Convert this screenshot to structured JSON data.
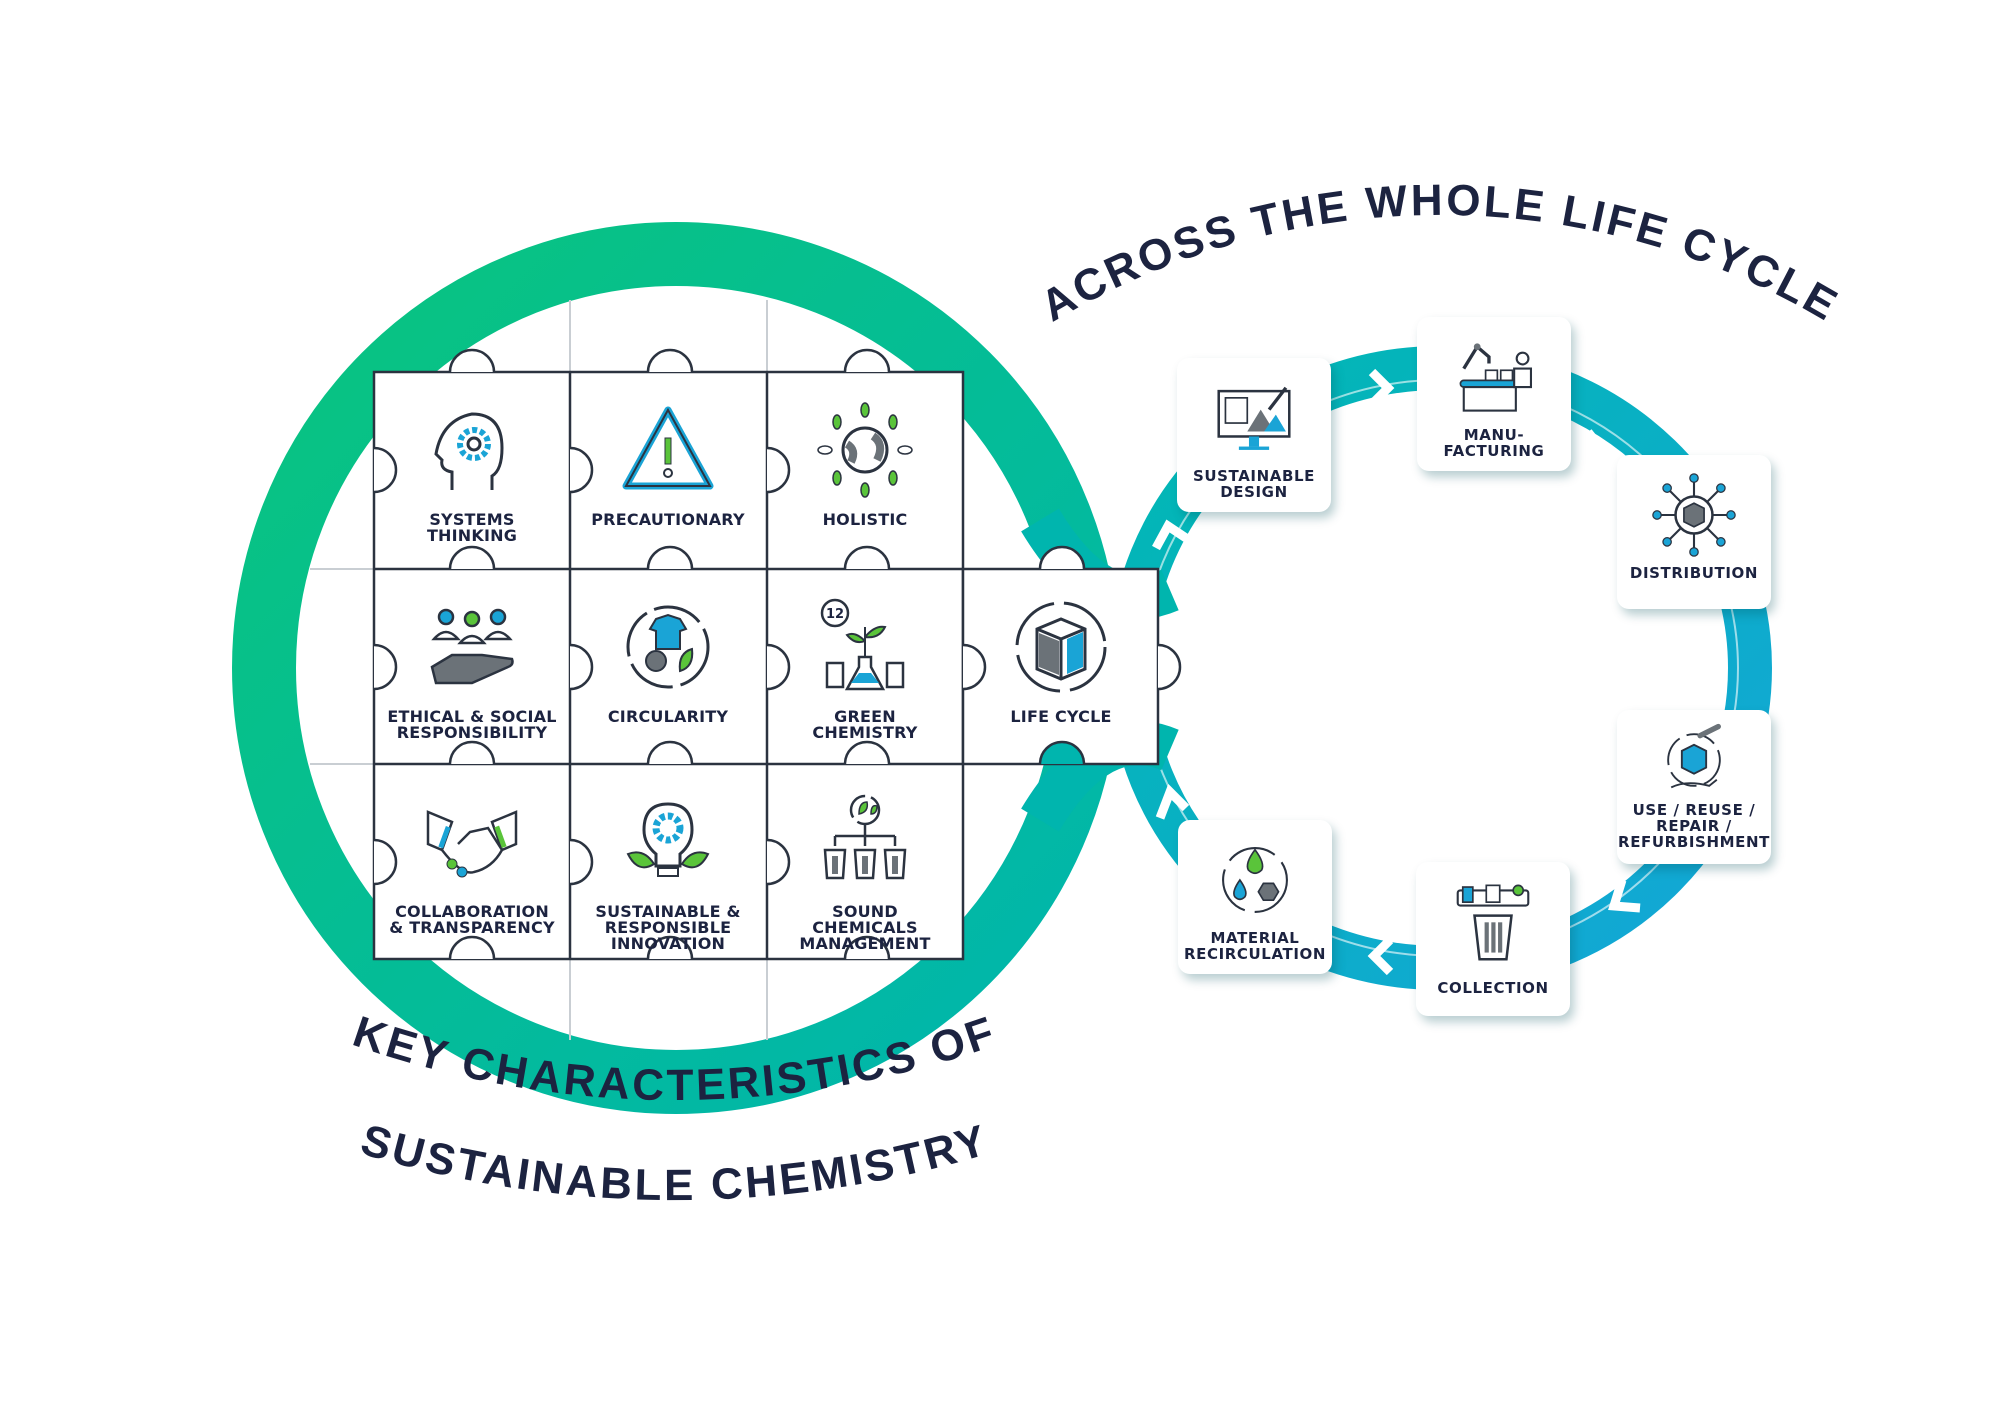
{
  "titles": {
    "lifecycle_heading": "ACROSS THE WHOLE LIFE CYCLE",
    "characteristics_line1": "KEY CHARACTERISTICS OF",
    "characteristics_line2": "SUSTAINABLE CHEMISTRY"
  },
  "tiles": [
    {
      "label": "SYSTEMS\nTHINKING",
      "icon": "head-gear-icon"
    },
    {
      "label": "PRECAUTIONARY",
      "icon": "warning-triangle-icon"
    },
    {
      "label": "HOLISTIC",
      "icon": "globe-leaves-icon"
    },
    {
      "label": "ETHICAL & SOCIAL\nRESPONSIBILITY",
      "icon": "people-hand-icon"
    },
    {
      "label": "CIRCULARITY",
      "icon": "circular-shirt-icon"
    },
    {
      "label": "GREEN\nCHEMISTRY",
      "icon": "flask-plant-icon",
      "badge": "12"
    },
    {
      "label": "LIFE CYCLE",
      "icon": "box-cycle-icon"
    },
    {
      "label": "COLLABORATION\n& TRANSPARENCY",
      "icon": "handshake-icon"
    },
    {
      "label": "SUSTAINABLE &\nRESPONSIBLE\nINNOVATION",
      "icon": "lightbulb-gear-icon"
    },
    {
      "label": "SOUND\nCHEMICALS\nMANAGEMENT",
      "icon": "bins-hierarchy-icon"
    }
  ],
  "stages": [
    {
      "label": "SUSTAINABLE\nDESIGN",
      "icon": "monitor-design-icon"
    },
    {
      "label": "MANU-\nFACTURING",
      "icon": "factory-robot-icon"
    },
    {
      "label": "DISTRIBUTION",
      "icon": "network-box-icon"
    },
    {
      "label": "USE / REUSE /\nREPAIR /\nREFURBISHMENT",
      "icon": "box-wrench-icon"
    },
    {
      "label": "COLLECTION",
      "icon": "bin-collection-icon"
    },
    {
      "label": "MATERIAL\nRECIRCULATION",
      "icon": "drops-recycle-icon"
    }
  ],
  "colors": {
    "navy": "#1c2340",
    "green": "#0cc182",
    "teal": "#00b3b0",
    "blue": "#1aa4d6",
    "leaf": "#5ac43a"
  }
}
